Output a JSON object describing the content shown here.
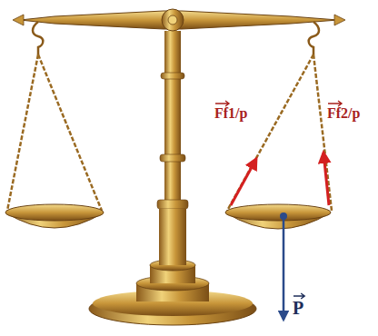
{
  "diagram": {
    "labels": [
      "Ff1/p",
      "Ff2/p",
      "P"
    ]
  }
}
